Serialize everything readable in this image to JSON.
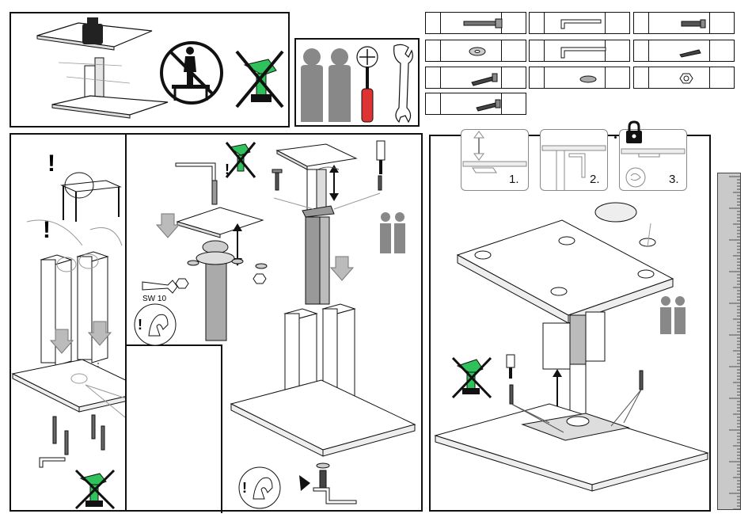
{
  "lock_steps": [
    "1.",
    "2.",
    "3."
  ],
  "wrench_size": "SW 10",
  "colors": {
    "drill_green": "#2fc25b",
    "accent_gray": "#888888",
    "dark_gray": "#666666"
  }
}
